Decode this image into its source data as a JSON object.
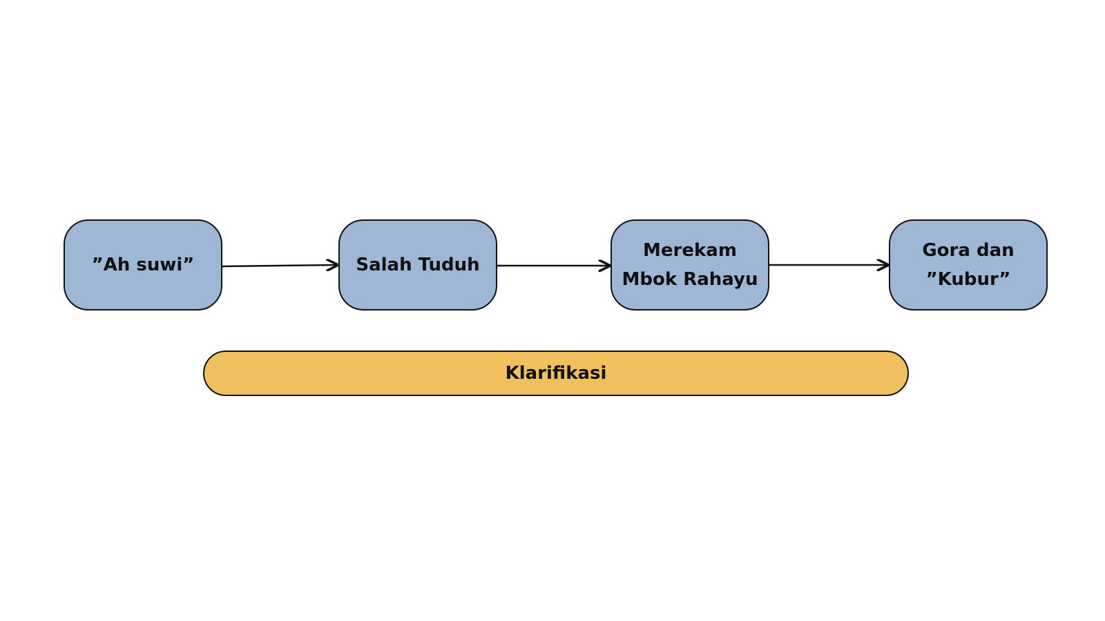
{
  "colors": {
    "node_fill": "#9db7d5",
    "band_fill": "#f0c05c",
    "stroke": "#111111",
    "background": "#ffffff"
  },
  "nodes": [
    {
      "label": "”Ah suwi”"
    },
    {
      "label": "Salah Tuduh"
    },
    {
      "label": "Merekam\nMbok Rahayu"
    },
    {
      "label": "Gora dan\n”Kubur”"
    }
  ],
  "edges": [
    {
      "from": 0,
      "to": 1
    },
    {
      "from": 1,
      "to": 2
    },
    {
      "from": 2,
      "to": 3
    }
  ],
  "band": {
    "label": "Klarifikasi"
  }
}
